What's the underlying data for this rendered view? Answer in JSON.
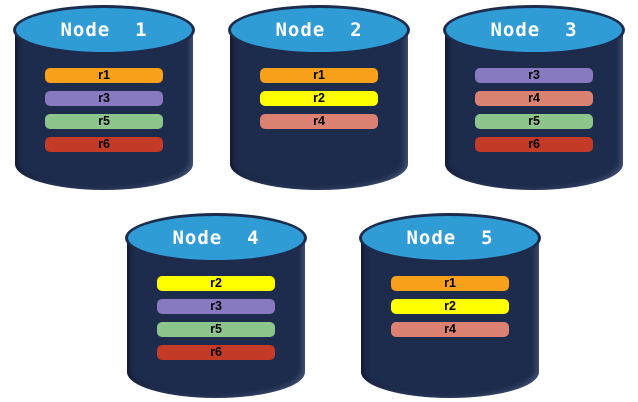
{
  "colors": {
    "background": "#FFFFFF",
    "cylinder_body": "#1D2B4C",
    "cylinder_top": "#2F9CD6",
    "title_text": "#FFFFFF",
    "bar_text": "#000000"
  },
  "partition_colors": {
    "r1": "#F9A01B",
    "r2": "#FFFF00",
    "r3": "#8979C1",
    "r4": "#DA8172",
    "r5": "#8CC68C",
    "r6": "#C33B26"
  },
  "nodes": [
    {
      "label": "Node  1",
      "partitions": [
        "r1",
        "r3",
        "r5",
        "r6"
      ]
    },
    {
      "label": "Node  2",
      "partitions": [
        "r1",
        "r2",
        "r4"
      ]
    },
    {
      "label": "Node  3",
      "partitions": [
        "r3",
        "r4",
        "r5",
        "r6"
      ]
    },
    {
      "label": "Node  4",
      "partitions": [
        "r2",
        "r3",
        "r5",
        "r6"
      ]
    },
    {
      "label": "Node  5",
      "partitions": [
        "r1",
        "r2",
        "r4"
      ]
    }
  ],
  "rows": [
    [
      0,
      1,
      2
    ],
    [
      3,
      4
    ]
  ]
}
